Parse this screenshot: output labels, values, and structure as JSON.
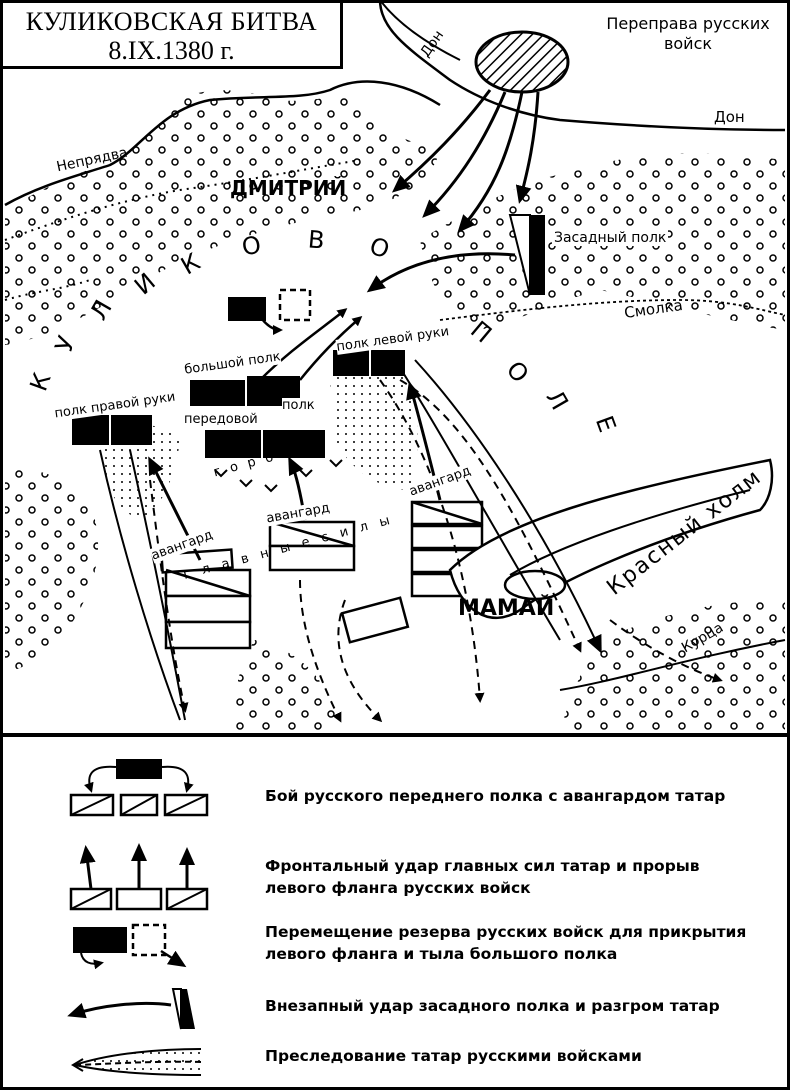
{
  "title": {
    "main": "КУЛИКОВСКАЯ БИТВА",
    "date": "8.IX.1380 г."
  },
  "map_labels": {
    "crossing": "Переправа русских войск",
    "don_1": "Дон",
    "don_2": "Дон",
    "nepryadva": "Непрядва",
    "dmitry": "ДМИТРИЙ",
    "kulikovo_k": "К",
    "kulikovo_u": "У",
    "kulikovo_l": "Л",
    "kulikovo_i": "И",
    "kulikovo_k2": "К",
    "kulikovo_o": "О",
    "kulikovo_v": "В",
    "kulikovo_o2": "О",
    "pole_p": "П",
    "pole_o": "О",
    "pole_l": "Л",
    "pole_e": "Е",
    "ambush_regiment": "Засадный полк",
    "smolka": "Смолка",
    "left_hand_regiment": "полк левой руки",
    "big_regiment": "большой полк",
    "right_hand_regiment": "полк правой руки",
    "forward_regiment_1": "передовой",
    "forward_regiment_2": "полк",
    "vanguard_left": "авангард",
    "vanguard_center": "авангард",
    "vanguard_right": "авангард",
    "main_forces": "г л а в н ы е   с и л ы",
    "gorozhi": "г о р о ж и",
    "mamai": "МАМАЙ",
    "red_hill": "Красный холм",
    "kurtsa": "Курца"
  },
  "legend": [
    {
      "icon": "forward-regiment-battle-icon",
      "text": "Бой русского переднего полка с авангардом татар"
    },
    {
      "icon": "frontal-strike-icon",
      "text": "Фронтальный удар главных сил татар и прорыв левого фланга русских войск"
    },
    {
      "icon": "reserve-movement-icon",
      "text": "Перемещение резерва русских войск для прикрытия левого фланга и тыла большого полка"
    },
    {
      "icon": "ambush-strike-icon",
      "text": "Внезапный удар засадного полка и разгром татар"
    },
    {
      "icon": "pursuit-icon",
      "text": "Преследование татар русскими войсками"
    }
  ]
}
